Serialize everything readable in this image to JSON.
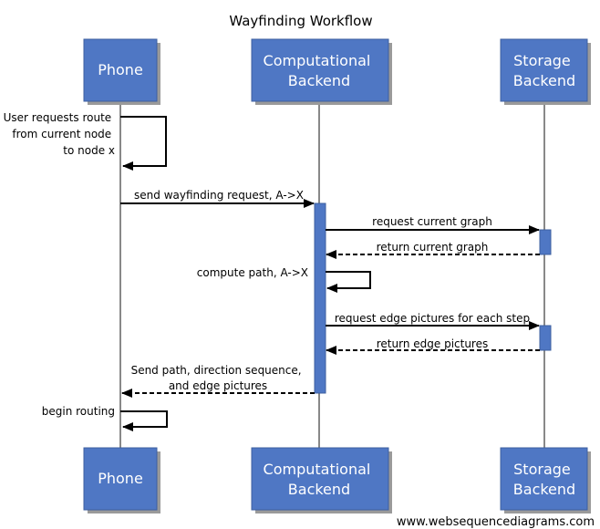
{
  "title": "Wayfinding Workflow",
  "actors": {
    "phone": [
      "Phone"
    ],
    "computational": [
      "Computational",
      "Backend"
    ],
    "storage": [
      "Storage",
      "Backend"
    ]
  },
  "messages": {
    "m1": [
      "User requests route",
      "from current node",
      "to node x"
    ],
    "m2": [
      "send wayfinding request, A->X"
    ],
    "m3": [
      "request current graph"
    ],
    "m4": [
      "return current graph"
    ],
    "m5": [
      "compute path, A->X"
    ],
    "m6": [
      "request edge pictures for each step"
    ],
    "m7": [
      "return edge pictures"
    ],
    "m8": [
      "Send path, direction sequence,",
      "and edge pictures"
    ],
    "m9": [
      "begin routing"
    ]
  },
  "footer": "www.websequencediagrams.com",
  "colors": {
    "actor_fill": "#4f77c4",
    "actor_shadow": "#9a9a9a",
    "activation_fill": "#4f77c4",
    "lifeline": "#888888"
  }
}
